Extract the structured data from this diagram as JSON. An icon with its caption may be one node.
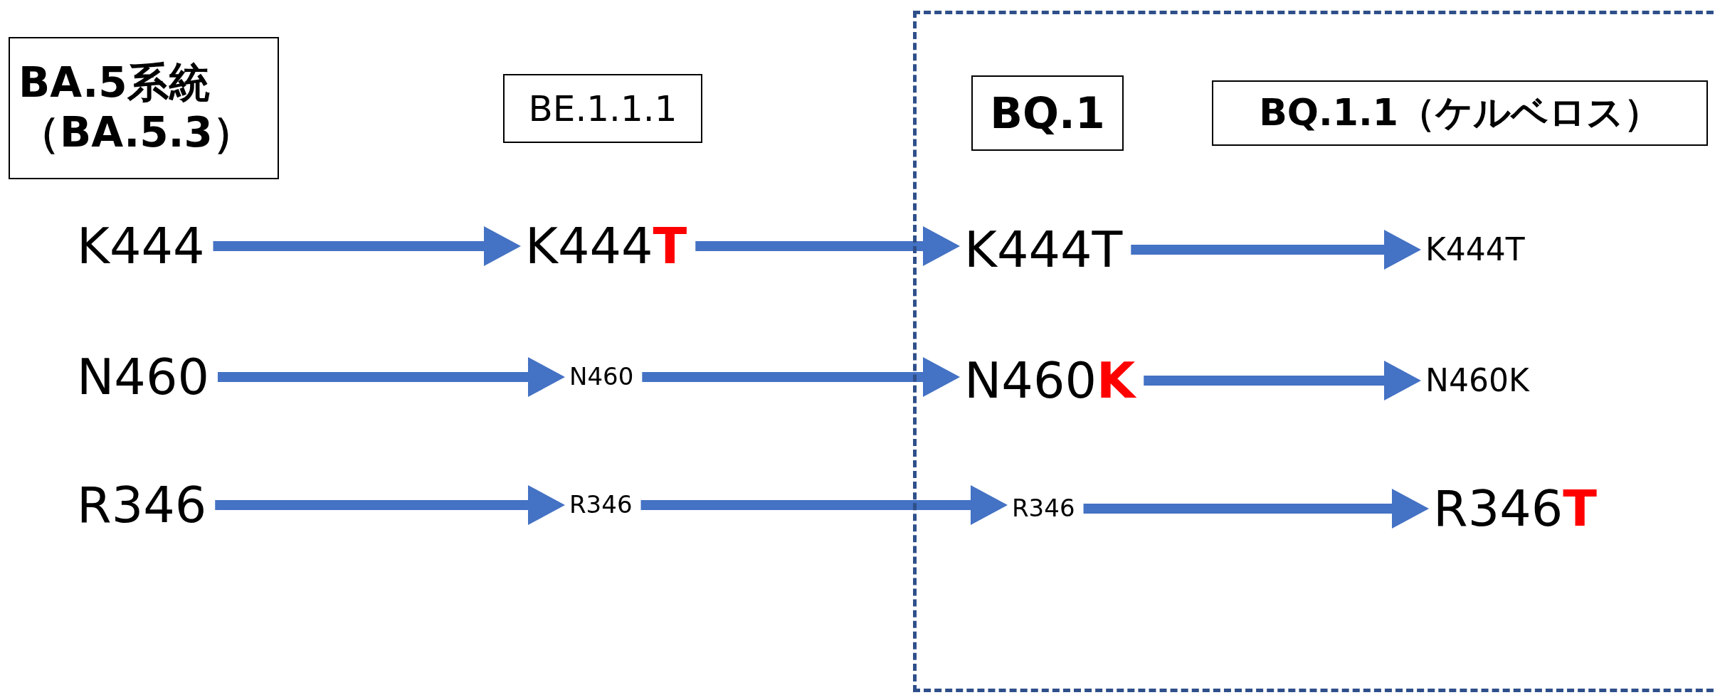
{
  "diagram": {
    "nodes": [
      {
        "text": [
          "BA.5系統（BA.5.3）"
        ]
      },
      {
        "text": [
          "BE.1.1.1"
        ]
      },
      {
        "text": [],
        "shape": "box"
      },
      {
        "text": [
          "BQ.1"
        ],
        "in": 2
      },
      {
        "text": [
          "BQ.1.1（ケルベロス）"
        ],
        "in": 2
      },
      {
        "text": [
          "K444"
        ]
      },
      {
        "text": [
          "K444**T**"
        ]
      },
      {
        "text": [
          "K444T"
        ],
        "in": 2
      },
      {
        "text": [
          "K444T"
        ],
        "in": 2
      },
      {
        "text": [
          "N460"
        ]
      },
      {
        "text": [
          "N460"
        ]
      },
      {
        "text": [
          "N460**K**"
        ],
        "in": 2
      },
      {
        "text": [
          "N460K"
        ],
        "in": 2
      },
      {
        "text": [
          "R346"
        ]
      },
      {
        "text": [
          "R346"
        ]
      },
      {
        "text": [
          "R346"
        ],
        "in": 2
      },
      {
        "text": [
          "R346**T**"
        ],
        "in": 2
      }
    ],
    "edges": [
      {
        "from": 5,
        "to": 6,
        "arrow": "to"
      },
      {
        "from": 6,
        "to": 7,
        "arrow": "to"
      },
      {
        "from": 7,
        "to": 8,
        "arrow": "to"
      },
      {
        "from": 9,
        "to": 10,
        "arrow": "to"
      },
      {
        "from": 10,
        "to": 11,
        "arrow": "to"
      },
      {
        "from": 11,
        "to": 12,
        "arrow": "to"
      },
      {
        "from": 13,
        "to": 14,
        "arrow": "to"
      },
      {
        "from": 14,
        "to": 15,
        "arrow": "to"
      },
      {
        "from": 15,
        "to": 16,
        "arrow": "to"
      }
    ]
  }
}
